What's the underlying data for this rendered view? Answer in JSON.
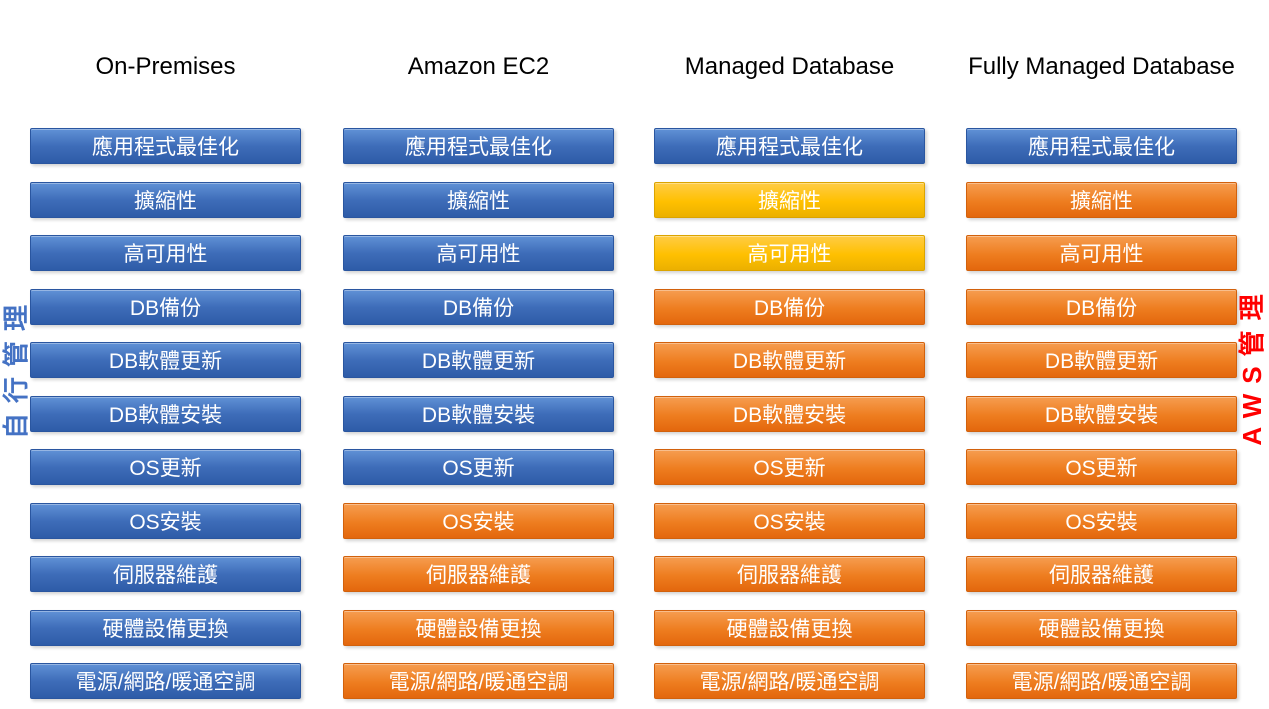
{
  "diagram": {
    "tasks": [
      "應用程式最佳化",
      "擴縮性",
      "高可用性",
      "DB備份",
      "DB軟體更新",
      "DB軟體安裝",
      "OS更新",
      "OS安裝",
      "伺服器維護",
      "硬體設備更換",
      "電源/網路/暖通空調"
    ],
    "columns": [
      {
        "header": "On-Premises",
        "cells": [
          "blue",
          "blue",
          "blue",
          "blue",
          "blue",
          "blue",
          "blue",
          "blue",
          "blue",
          "blue",
          "blue"
        ]
      },
      {
        "header": "Amazon EC2",
        "cells": [
          "blue",
          "blue",
          "blue",
          "blue",
          "blue",
          "blue",
          "blue",
          "orange",
          "orange",
          "orange",
          "orange"
        ]
      },
      {
        "header": "Managed Database",
        "cells": [
          "blue",
          "yellow",
          "yellow",
          "orange",
          "orange",
          "orange",
          "orange",
          "orange",
          "orange",
          "orange",
          "orange"
        ]
      },
      {
        "header": "Fully Managed Database",
        "cells": [
          "blue",
          "orange",
          "orange",
          "orange",
          "orange",
          "orange",
          "orange",
          "orange",
          "orange",
          "orange",
          "orange"
        ]
      }
    ],
    "side_labels": {
      "left": {
        "text": "自行管理",
        "color": "#4472C4"
      },
      "right": {
        "text": "AWS管理",
        "color": "#FF0000"
      }
    },
    "palette": {
      "blue": "#4472C4",
      "orange": "#ED7D31",
      "yellow": "#FFC000",
      "header_text": "#000000",
      "cell_text": "#FFFFFF"
    }
  }
}
